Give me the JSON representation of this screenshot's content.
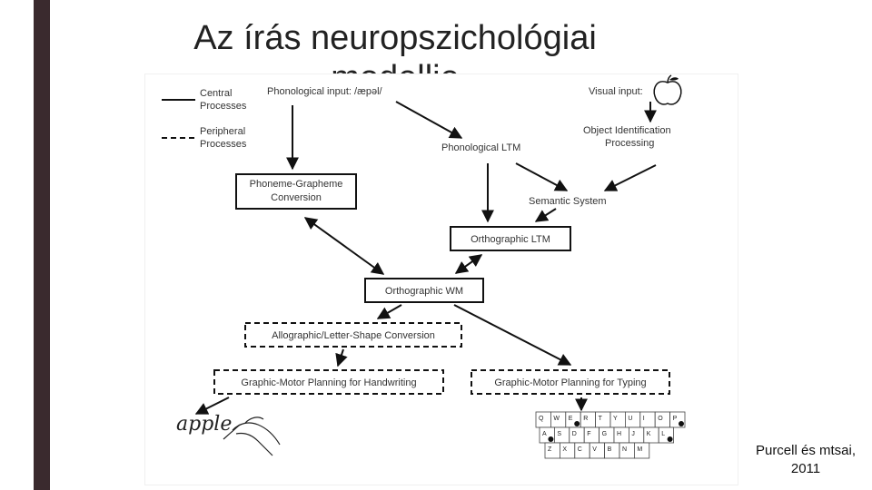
{
  "slide": {
    "title": "Az írás neuropszichológiai modellje",
    "citation_line1": "Purcell és mtsai,",
    "citation_line2": "2011"
  },
  "legend": {
    "central_line1": "Central",
    "central_line2": "Processes",
    "peripheral_line1": "Peripheral",
    "peripheral_line2": "Processes"
  },
  "nodes": {
    "phonological_input": "Phonological input: /æpəl/",
    "visual_input": "Visual input:",
    "object_identification_line1": "Object Identification",
    "object_identification_line2": "Processing",
    "phonological_ltm": "Phonological LTM",
    "semantic_system": "Semantic System",
    "phoneme_grapheme_line1": "Phoneme-Grapheme",
    "phoneme_grapheme_line2": "Conversion",
    "orthographic_ltm": "Orthographic LTM",
    "orthographic_wm": "Orthographic WM",
    "allographic": "Allographic/Letter-Shape Conversion",
    "motor_handwriting": "Graphic-Motor Planning for Handwriting",
    "motor_typing": "Graphic-Motor Planning for Typing",
    "handwritten_word": "apple"
  },
  "keyboard": {
    "rows": [
      [
        "Q",
        "W",
        "E",
        "R",
        "T",
        "Y",
        "U",
        "I",
        "O",
        "P"
      ],
      [
        "A",
        "S",
        "D",
        "F",
        "G",
        "H",
        "J",
        "K",
        "L"
      ],
      [
        "Z",
        "X",
        "C",
        "V",
        "B",
        "N",
        "M"
      ]
    ],
    "marked_keys": [
      "E",
      "P",
      "A",
      "L"
    ]
  },
  "icons": {
    "apple": "apple-icon",
    "hand": "writing-hand-icon",
    "keyboard": "keyboard-icon"
  }
}
